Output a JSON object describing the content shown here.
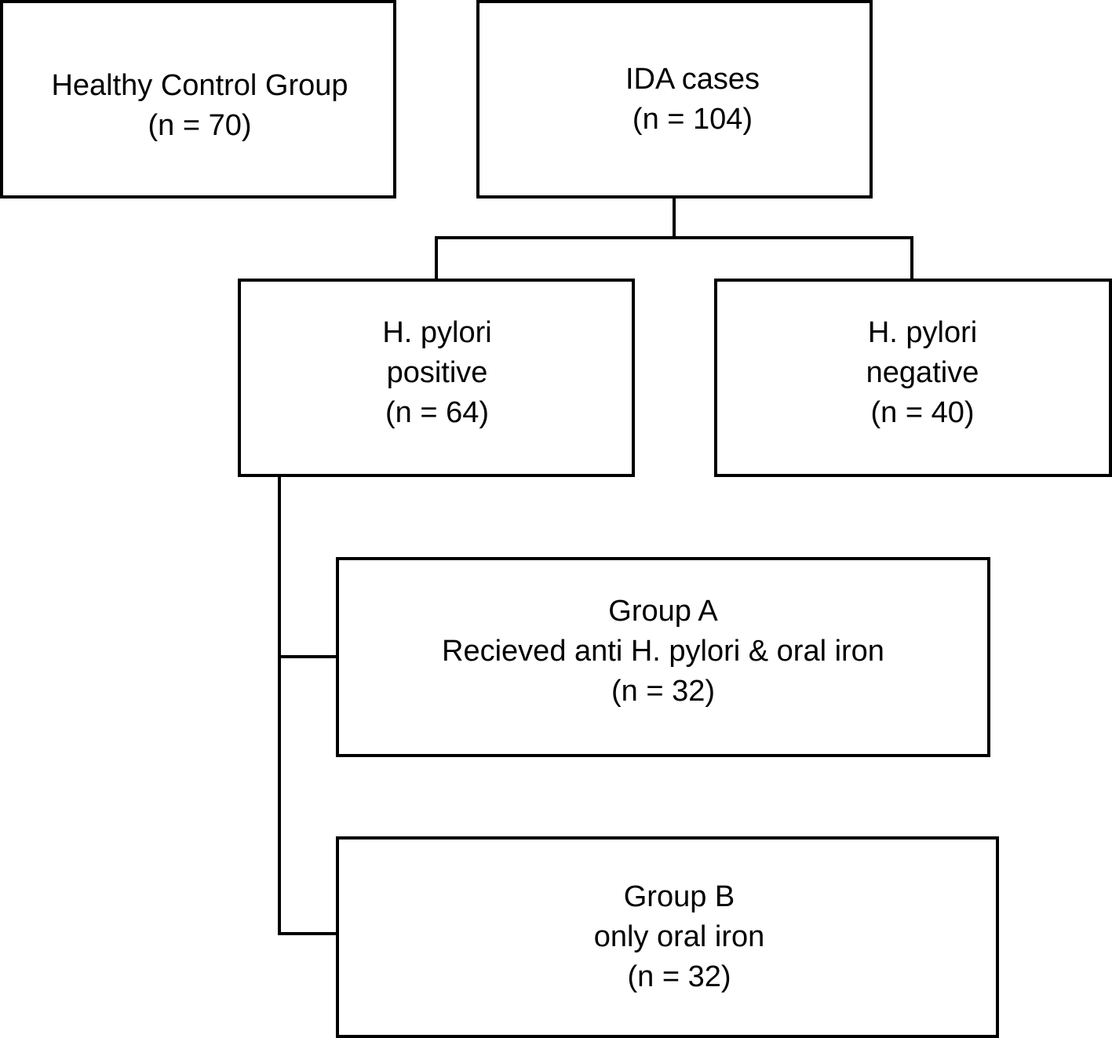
{
  "healthy": {
    "line1": "Healthy Control Group",
    "line2": "(n = 70)"
  },
  "ida": {
    "line1": "IDA cases",
    "line2": "(n = 104)"
  },
  "positive": {
    "line1": "H. pylori",
    "line2": "positive",
    "line3": "(n = 64)"
  },
  "negative": {
    "line1": "H. pylori",
    "line2": "negative",
    "line3": "(n = 40)"
  },
  "group_a": {
    "line1": "Group A",
    "line2": "Recieved anti H. pylori & oral iron",
    "line3": "(n = 32)"
  },
  "group_b": {
    "line1": "Group B",
    "line2": "only oral iron",
    "line3": "(n = 32)"
  }
}
